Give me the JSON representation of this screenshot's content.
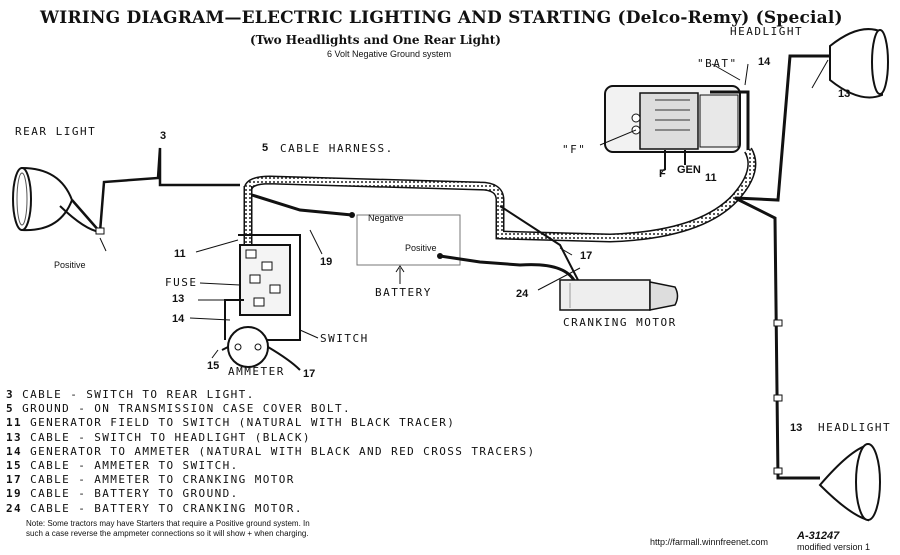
{
  "title": "WIRING DIAGRAM—ELECTRIC LIGHTING AND STARTING (Delco-Remy) (Special)",
  "subtitle": "(Two Headlights and One Rear Light)",
  "system_note": "6 Volt Negative  Ground system",
  "labels": {
    "headlight_top": "HEADLIGHT",
    "headlight_bottom": "HEADLIGHT",
    "rear_light": "REAR LIGHT",
    "cable_harness": "CABLE HARNESS.",
    "bat": "\"BAT\"",
    "f_terminal": "\"F\"",
    "f": "F",
    "gen": "GEN",
    "negative": "Negative",
    "positive_battery": "Positive",
    "positive_rear": "Positive",
    "battery": "BATTERY",
    "fuse": "FUSE",
    "switch": "SWITCH",
    "ammeter": "AMMETER",
    "cranking_motor": "CRANKING MOTOR"
  },
  "numbers": {
    "n3": "3",
    "n5": "5",
    "n11_left": "11",
    "n11_gen": "11",
    "n13_left": "13",
    "n13_top": "13",
    "n13_bottom": "13",
    "n14_left": "14",
    "n14_top": "14",
    "n15": "15",
    "n17_left": "17",
    "n17_right": "17",
    "n19": "19",
    "n24": "24"
  },
  "legend": [
    {
      "num": "3",
      "text": "CABLE - SWITCH TO REAR LIGHT."
    },
    {
      "num": "5",
      "text": "GROUND - ON TRANSMISSION CASE COVER BOLT."
    },
    {
      "num": "11",
      "text": "GENERATOR FIELD TO SWITCH (NATURAL WITH BLACK TRACER)"
    },
    {
      "num": "13",
      "text": "CABLE - SWITCH TO HEADLIGHT (BLACK)"
    },
    {
      "num": "14",
      "text": "GENERATOR TO AMMETER (NATURAL WITH BLACK AND RED CROSS TRACERS)"
    },
    {
      "num": "15",
      "text": "CABLE - AMMETER TO SWITCH."
    },
    {
      "num": "17",
      "text": "CABLE - AMMETER TO CRANKING MOTOR"
    },
    {
      "num": "19",
      "text": "CABLE - BATTERY TO GROUND."
    },
    {
      "num": "24",
      "text": "CABLE - BATTERY TO CRANKING MOTOR."
    }
  ],
  "note": "Note: Some tractors may have Starters that require a  Positive ground system. In such a case reverse the ampmeter connections so it will show + when charging.",
  "url": "http://farmall.winnfreenet.com",
  "figure_code": "A-31247",
  "modified": "modified version 1"
}
